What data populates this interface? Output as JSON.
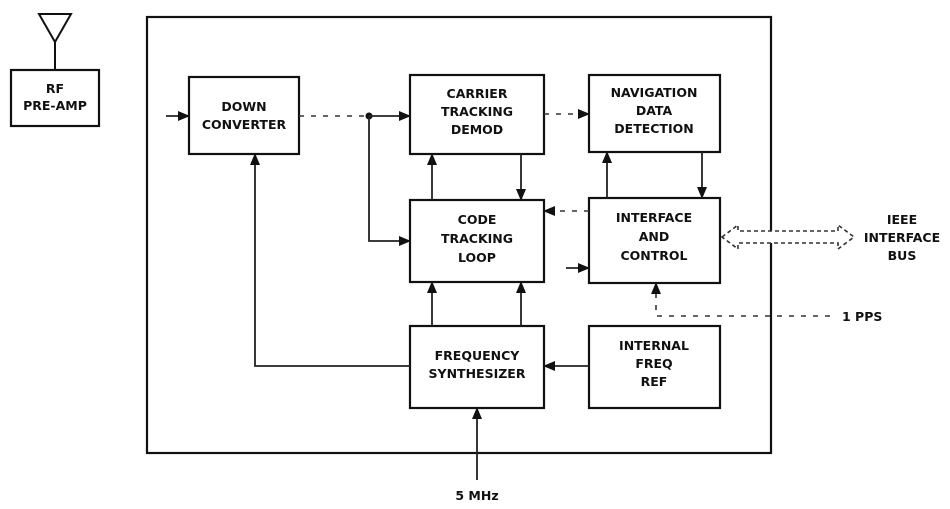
{
  "blocks": {
    "rf_preamp": [
      "RF",
      "PRE-AMP"
    ],
    "down_converter": [
      "DOWN",
      "CONVERTER"
    ],
    "carrier_tracking": [
      "CARRIER",
      "TRACKING",
      "DEMOD"
    ],
    "navigation_data": [
      "NAVIGATION",
      "DATA",
      "DETECTION"
    ],
    "code_tracking": [
      "CODE",
      "TRACKING",
      "LOOP"
    ],
    "interface_control": [
      "INTERFACE",
      "AND",
      "CONTROL"
    ],
    "frequency_synth": [
      "FREQUENCY",
      "SYNTHESIZER"
    ],
    "internal_freq_ref": [
      "INTERNAL",
      "FREQ",
      "REF"
    ]
  },
  "external_labels": {
    "ieee_bus": [
      "IEEE",
      "INTERFACE",
      "BUS"
    ],
    "pps": "1 PPS",
    "ref_input": "5 MHz"
  }
}
